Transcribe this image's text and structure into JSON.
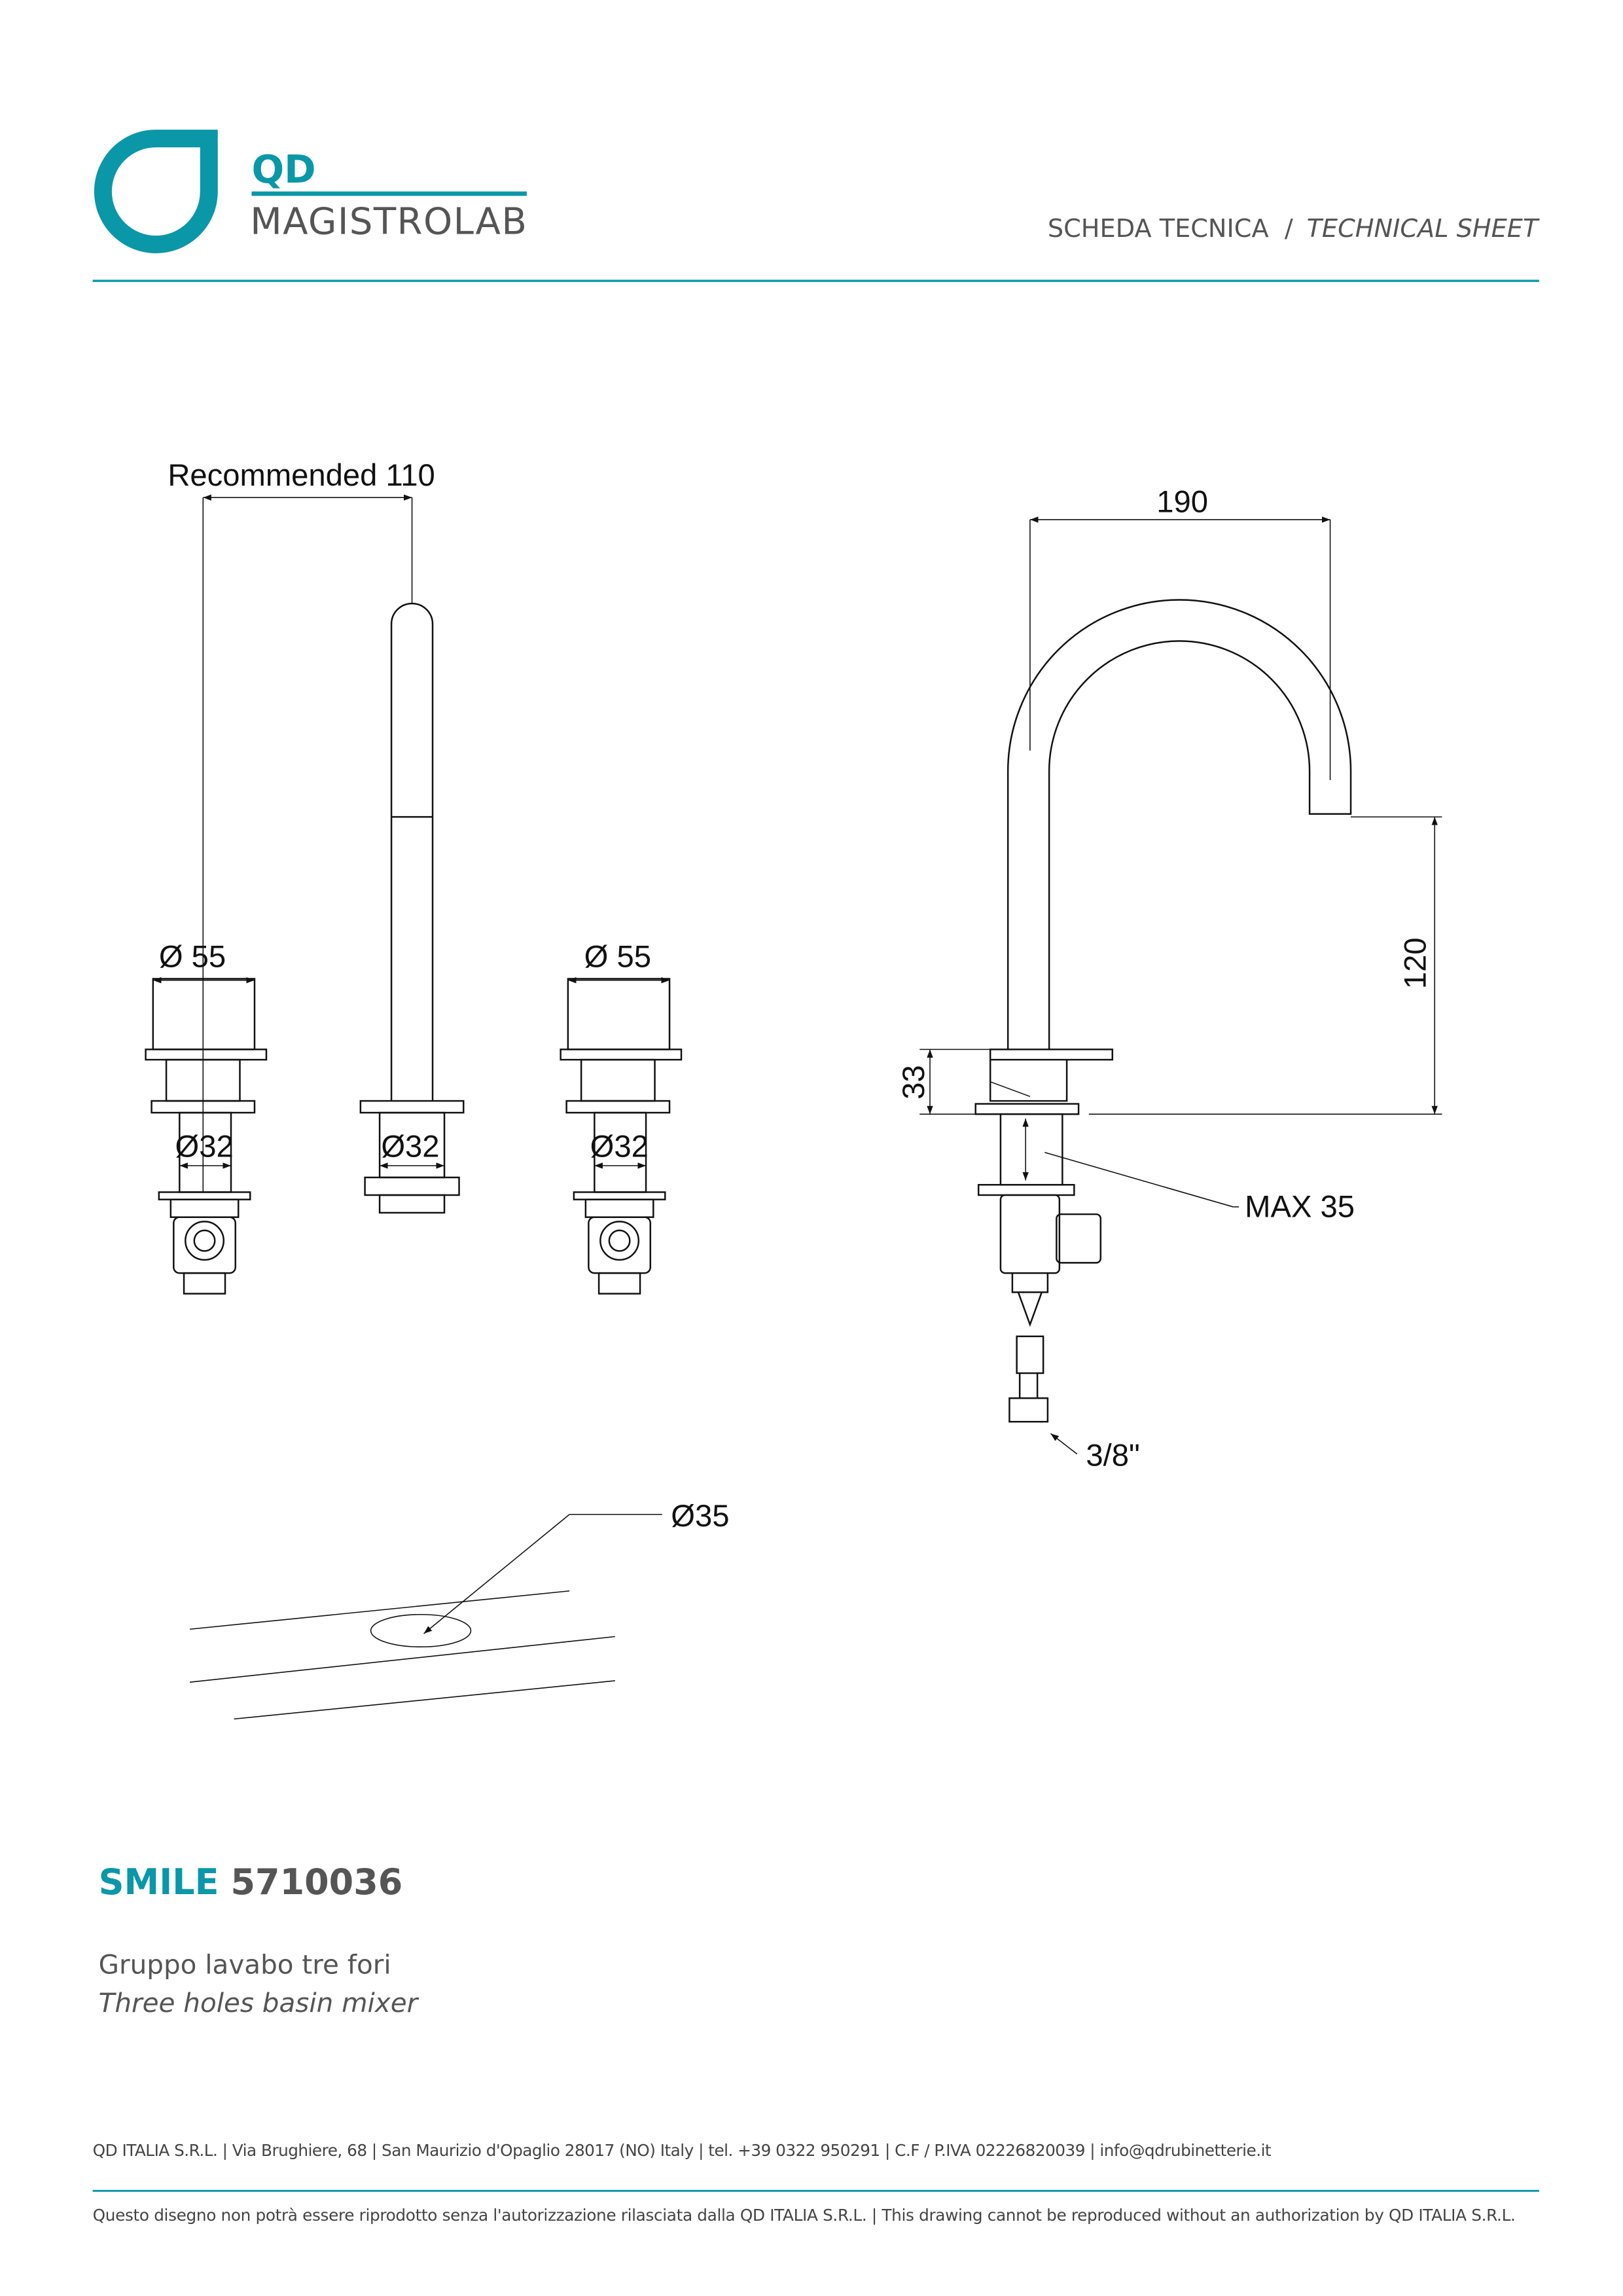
{
  "header": {
    "logo_top": "QD",
    "logo_bottom": "MAGISTROLAB",
    "sheet_label_it": "SCHEDA TECNICA",
    "separator": "/",
    "sheet_label_en": "TECHNICAL SHEET"
  },
  "drawing": {
    "recommended": "Recommended 110",
    "dia55_left": "Ø 55",
    "dia55_right": "Ø 55",
    "dia32_a": "Ø32",
    "dia32_b": "Ø32",
    "dia32_c": "Ø32",
    "width_190": "190",
    "height_120": "120",
    "height_33": "33",
    "max35": "MAX 35",
    "thread": "3/8\"",
    "hole": "Ø35"
  },
  "product": {
    "name": "SMILE",
    "code": "5710036",
    "desc_it": "Gruppo lavabo tre fori",
    "desc_en": "Three holes basin mixer"
  },
  "footer": {
    "address": "QD ITALIA S.R.L. | Via Brughiere, 68 | San Maurizio d'Opaglio 28017 (NO) Italy | tel. +39 0322 950291 | C.F / P.IVA 02226820039 | info@qdrubinetterie.it",
    "disclaimer": "Questo disegno non potrà essere riprodotto senza l'autorizzazione rilasciata dalla QD ITALIA S.R.L. | This drawing cannot be reproduced without an authorization by QD ITALIA S.R.L."
  },
  "colors": {
    "accent": "#0a97a8",
    "text": "#555555"
  }
}
